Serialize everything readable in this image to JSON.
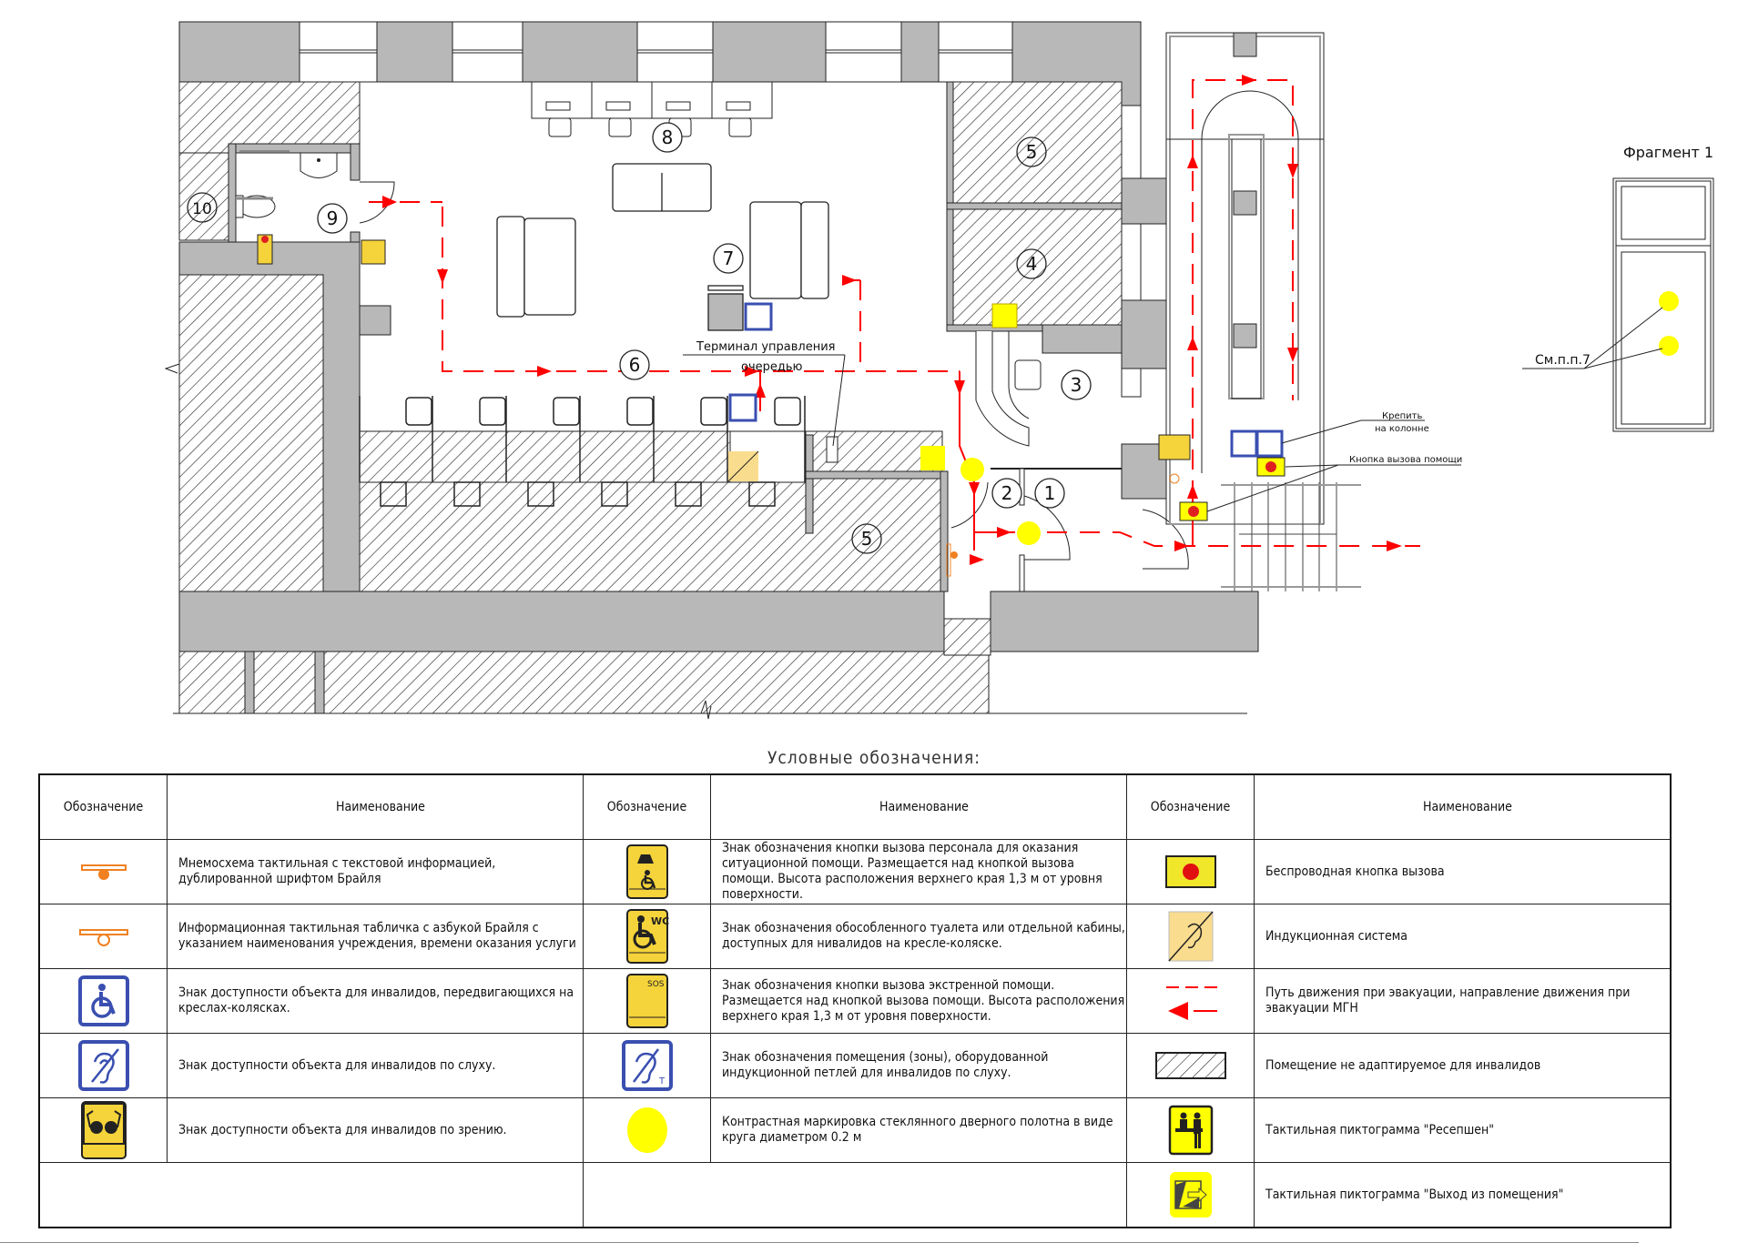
{
  "plan": {
    "fragment_title": "Фрагмент 1",
    "fragment_callout": "См.п.п.7",
    "terminal_label_line1": "Терминал управления",
    "terminal_label_line2": "очередью",
    "column_label_line1": "Крепить",
    "column_label_line2": "на колонне",
    "help_button_label": "Кнопка вызова помощи",
    "rooms": [
      "1",
      "2",
      "3",
      "4",
      "5",
      "5",
      "6",
      "7",
      "8",
      "9",
      "10"
    ],
    "colors": {
      "wall": "#b8b8b8",
      "evacuation": "#ff0000",
      "marker_yellow": "#ffff00",
      "sign_yellow": "#f5d33a",
      "sign_blue": "#3a4fb0",
      "tactile_orange": "#f08020",
      "induction": "#f9dc8e"
    }
  },
  "legend": {
    "title": "Условные обозначения:",
    "header_symbol": "Обозначение",
    "header_name": "Наименование",
    "columns": [
      {
        "rows": [
          {
            "icon": "tactile-mnemonic-icon",
            "text": "Мнемосхема тактильная с текстовой информацией, дублированной шрифтом Брайля"
          },
          {
            "icon": "braille-plate-icon",
            "text": "Информационная тактильная табличка с азбукой Брайля с указанием наименования учреждения, времени оказания услуги"
          },
          {
            "icon": "wheelchair-sign-icon",
            "text": "Знак доступности объекта для инвалидов, передвигающихся на креслах-колясках."
          },
          {
            "icon": "hearing-sign-icon",
            "text": "Знак доступности  объекта для инвалидов по слуху."
          },
          {
            "icon": "vision-sign-icon",
            "text": "Знак доступности объекта для инвалидов по зрению."
          }
        ]
      },
      {
        "rows": [
          {
            "icon": "staff-call-sign-icon",
            "text": "Знак обозначения кнопки вызова персонала для оказания ситуационной помощи. Размещается над кнопкой вызова помощи. Высота расположения верхнего края 1,3 м  от уровня поверхности."
          },
          {
            "icon": "wc-sign-icon",
            "text": "Знак обозначения обособленного туалета или отдельной кабины, доступных для нивалидов на кресле-коляске."
          },
          {
            "icon": "sos-sign-icon",
            "text": "Знак обозначения кнопки вызова экстренной помощи. Размещается над кнопкой вызова помощи. Высота расположения верхнего края 1,3 м  от уровня поверхности.",
            "badge": "SOS"
          },
          {
            "icon": "induction-loop-sign-icon",
            "text": "Знак обозначения помещения (зоны), оборудованной индукционной петлей для инвалидов по слуху.",
            "badge": "T"
          },
          {
            "icon": "glass-marker-circle-icon",
            "text": "Контрастная маркировка стеклянного дверного полотна в виде круга диаметром 0.2 м"
          }
        ]
      },
      {
        "rows": [
          {
            "icon": "wireless-call-button-icon",
            "text": "Беспроводная кнопка вызова"
          },
          {
            "icon": "induction-system-icon",
            "text": "Индукционная система"
          },
          {
            "icon": "evacuation-path-icon",
            "text": "Путь движения при эвакуации, направление движения  при эвакуации МГН"
          },
          {
            "icon": "hatched-room-icon",
            "text": "Помещение не адаптируемое для инвалидов"
          },
          {
            "icon": "reception-pictogram-icon",
            "text": "Тактильная пиктограмма \"Ресепшен\""
          },
          {
            "icon": "exit-pictogram-icon",
            "text": "Тактильная пиктограмма \"Выход из помещения\""
          }
        ]
      }
    ]
  }
}
